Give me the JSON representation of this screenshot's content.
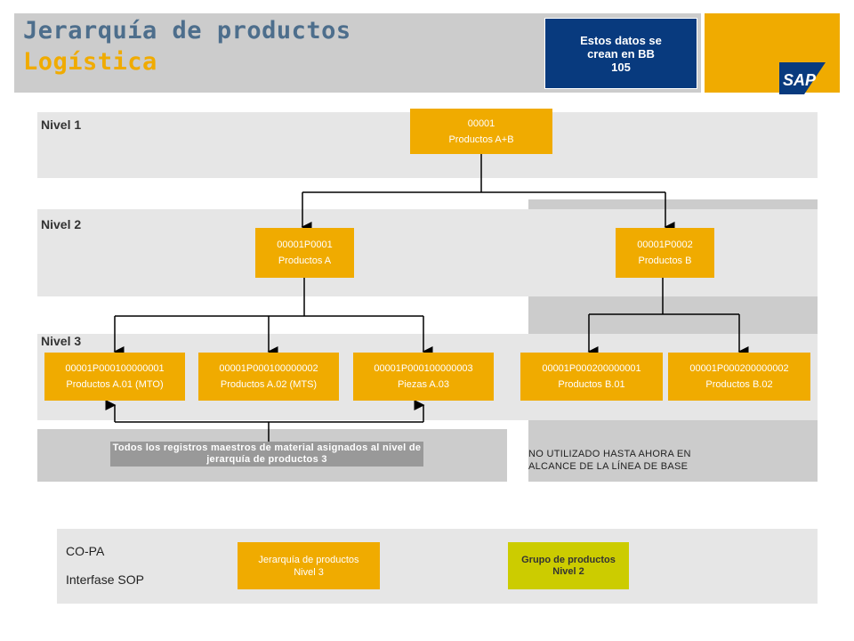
{
  "header": {
    "title_line1": "Jerarquía de productos",
    "title_line2": "Logística",
    "note": "Estos datos se crean en BB 105",
    "logo_text": "SAP"
  },
  "levels": {
    "level1": "Nivel 1",
    "level2": "Nivel 2",
    "level3": "Nivel 3"
  },
  "nodes": {
    "root": {
      "code": "00001",
      "name": "Productos A+B"
    },
    "a": {
      "code": "00001P0001",
      "name": "Productos A"
    },
    "b": {
      "code": "00001P0002",
      "name": "Productos B"
    },
    "a01": {
      "code": "00001P000100000001",
      "name": "Productos A.01 (MTO)"
    },
    "a02": {
      "code": "00001P000100000002",
      "name": "Productos A.02 (MTS)"
    },
    "a03": {
      "code": "00001P000100000003",
      "name": "Piezas A.03"
    },
    "b01": {
      "code": "00001P000200000001",
      "name": "Productos B.01"
    },
    "b02": {
      "code": "00001P000200000002",
      "name": "Productos B.02"
    }
  },
  "notes": {
    "materials": "Todos los registros maestros de material asignados al nivel de jerarquía de productos 3",
    "unused_line1": "NO UTILIZADO HASTA AHORA EN",
    "unused_line2": "ALCANCE DE LA LÍNEA DE BASE"
  },
  "copa": {
    "label1": "CO-PA",
    "label2": "Interfase SOP",
    "left_box_line1": "Jerarquía de productos",
    "left_box_line2": "Nivel 3",
    "right_box_line1": "Grupo de productos",
    "right_box_line2": "Nivel 2"
  },
  "colors": {
    "orange": "#f0ab00",
    "navy": "#083a7e",
    "title_blue": "#4d6e8c",
    "green": "#cccc00",
    "band_light": "#e6e6e6",
    "band_mid": "#cccccc"
  }
}
